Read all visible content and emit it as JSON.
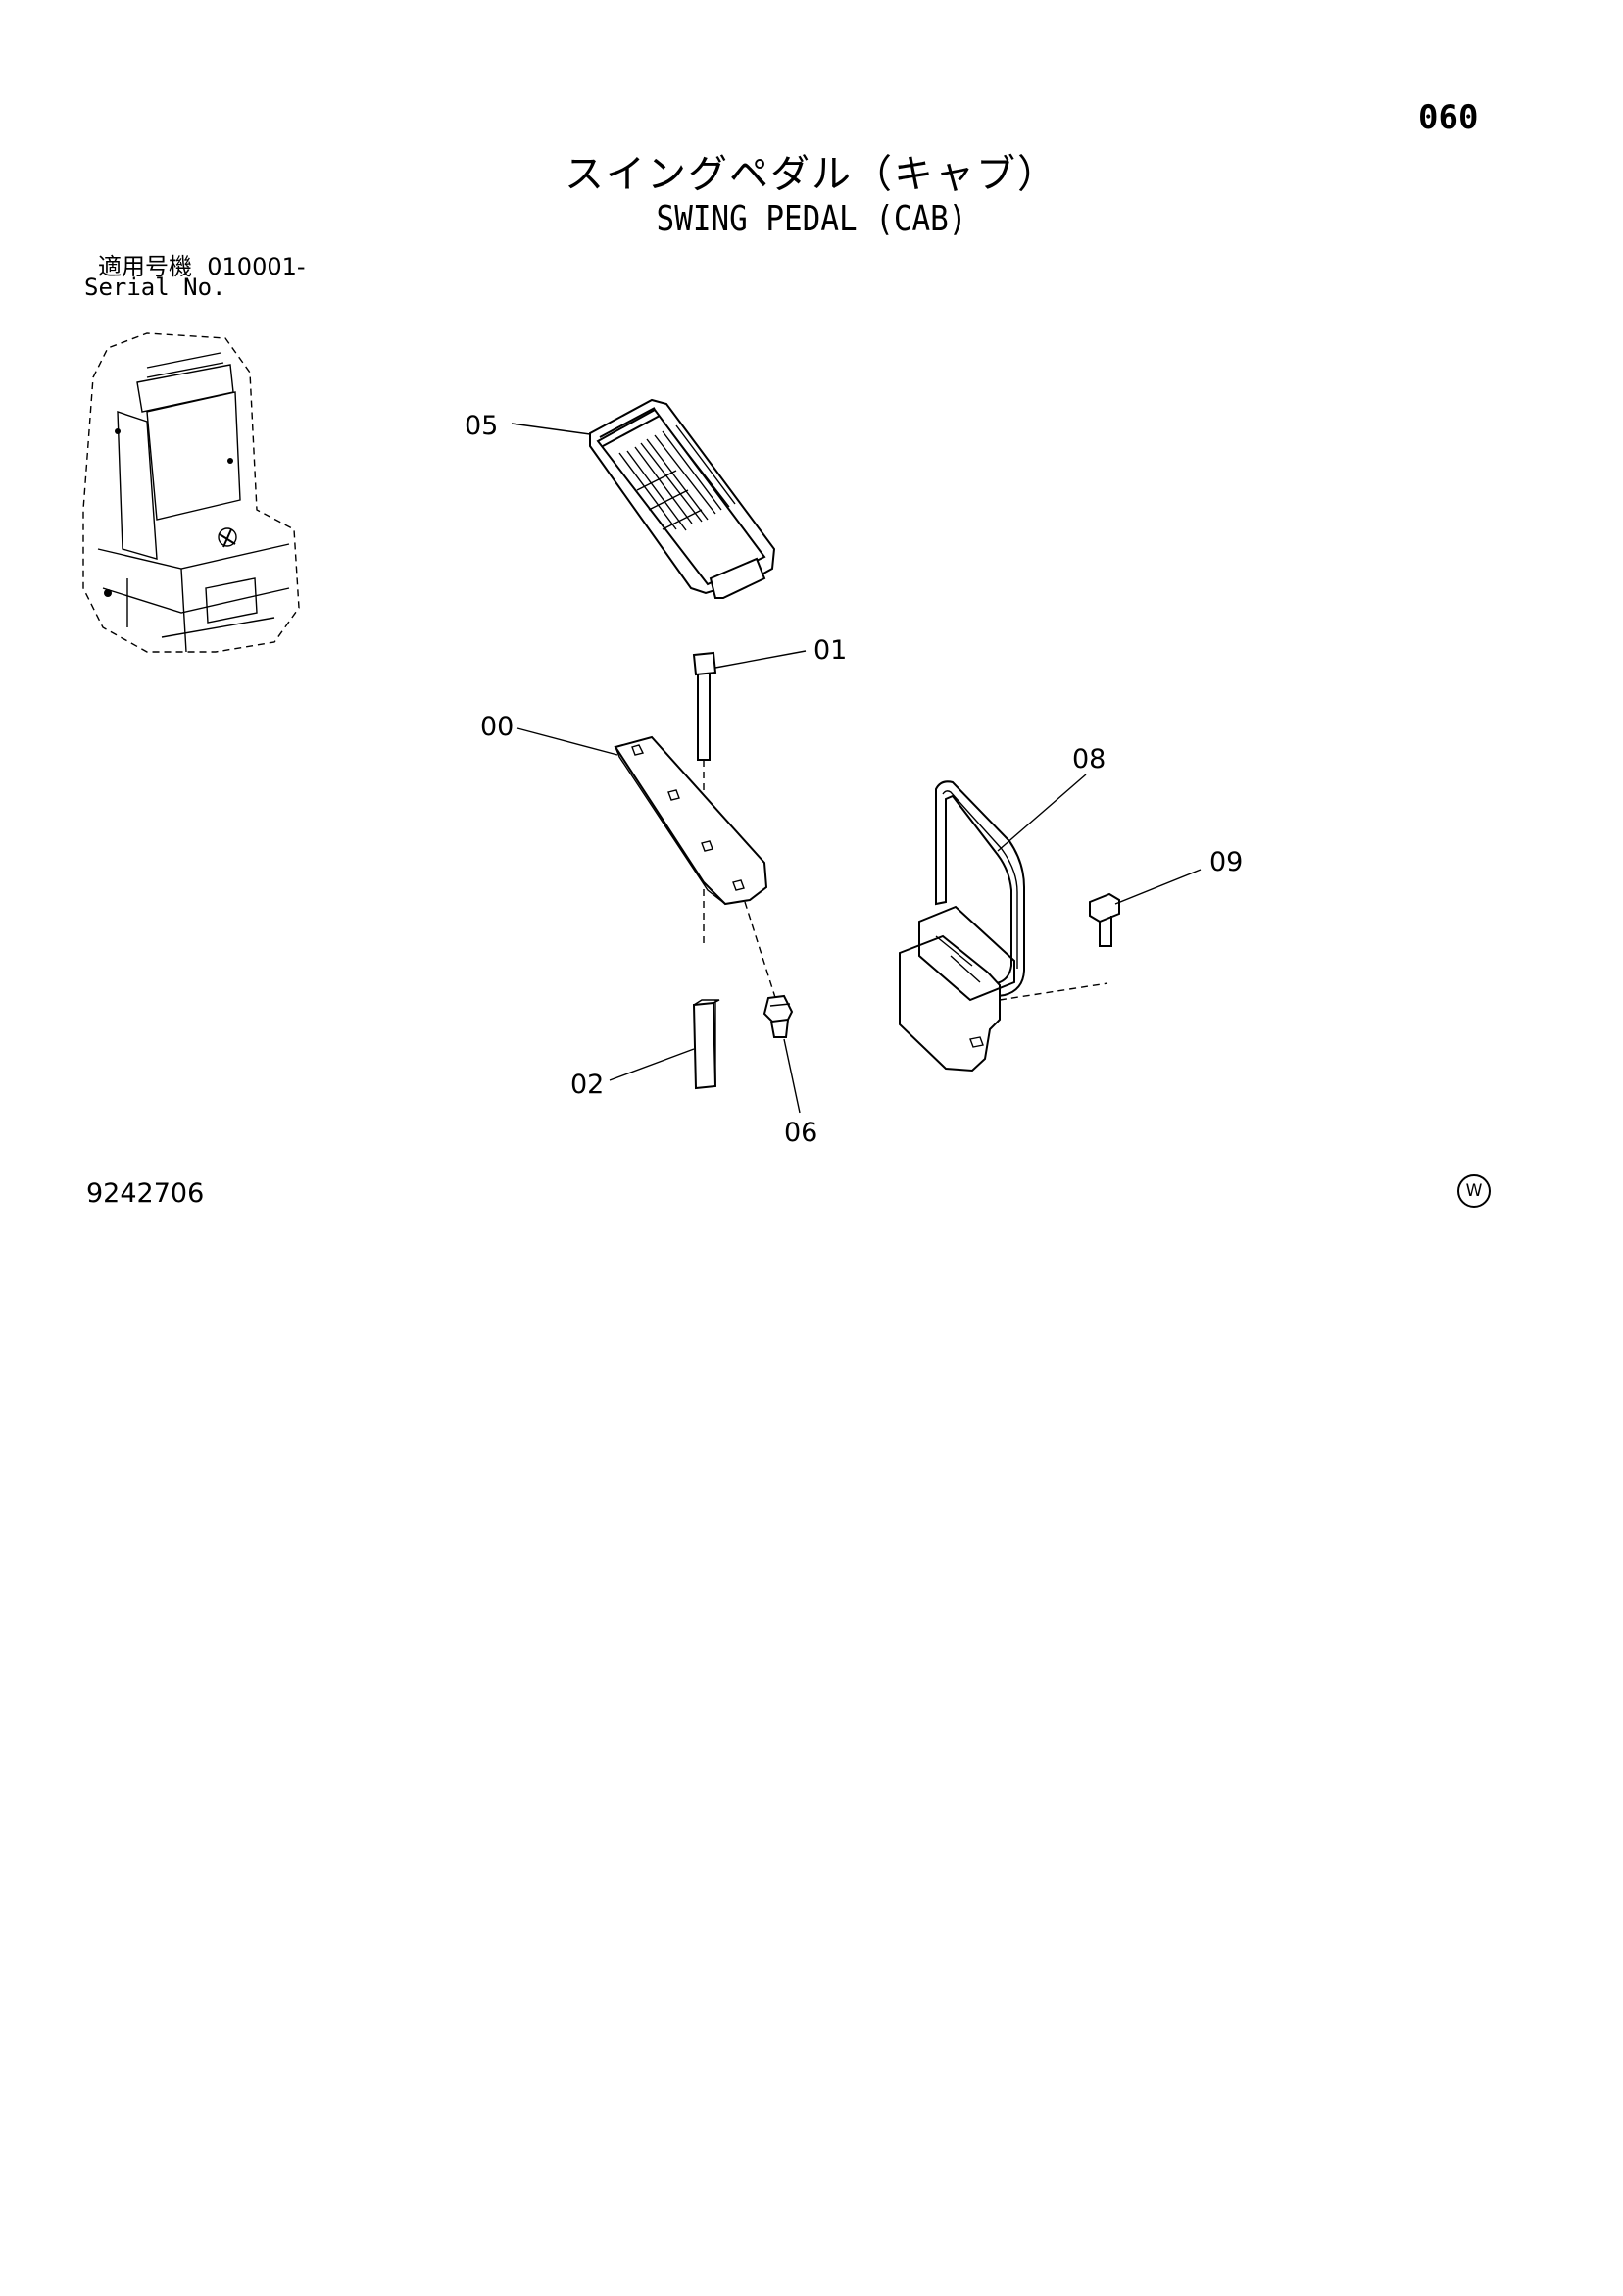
{
  "header": {
    "page_number": "060",
    "title_jp": "スイングペダル（キャブ）",
    "title_en": "SWING PEDAL (CAB)"
  },
  "serial": {
    "label_jp": "適用号機",
    "range": "010001-",
    "label_en": "Serial No."
  },
  "callouts": [
    "05",
    "01",
    "00",
    "08",
    "09",
    "02",
    "06"
  ],
  "footer": {
    "drawing_number": "9242706",
    "mark": "W"
  }
}
